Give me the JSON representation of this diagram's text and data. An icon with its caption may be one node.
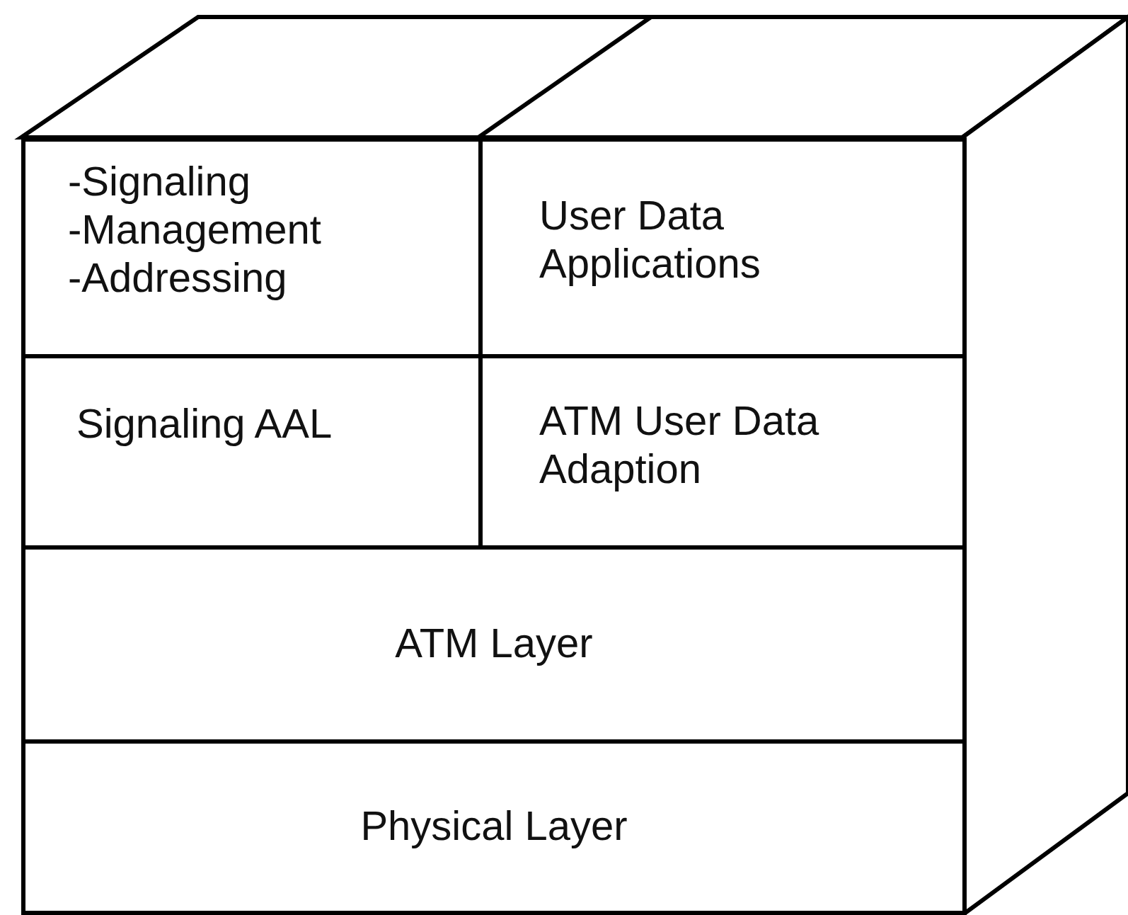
{
  "diagram": {
    "nodes": [
      {
        "text": [
          "-Signaling",
          "-Management",
          "-Addressing"
        ]
      },
      {
        "text": [
          "User Data Applications"
        ]
      },
      {
        "text": [
          "Signaling AAL"
        ]
      },
      {
        "text": [
          "ATM User Data Adaption"
        ]
      },
      {
        "text": [
          "ATM Layer"
        ]
      },
      {
        "text": [
          "Physical Layer"
        ]
      }
    ]
  }
}
